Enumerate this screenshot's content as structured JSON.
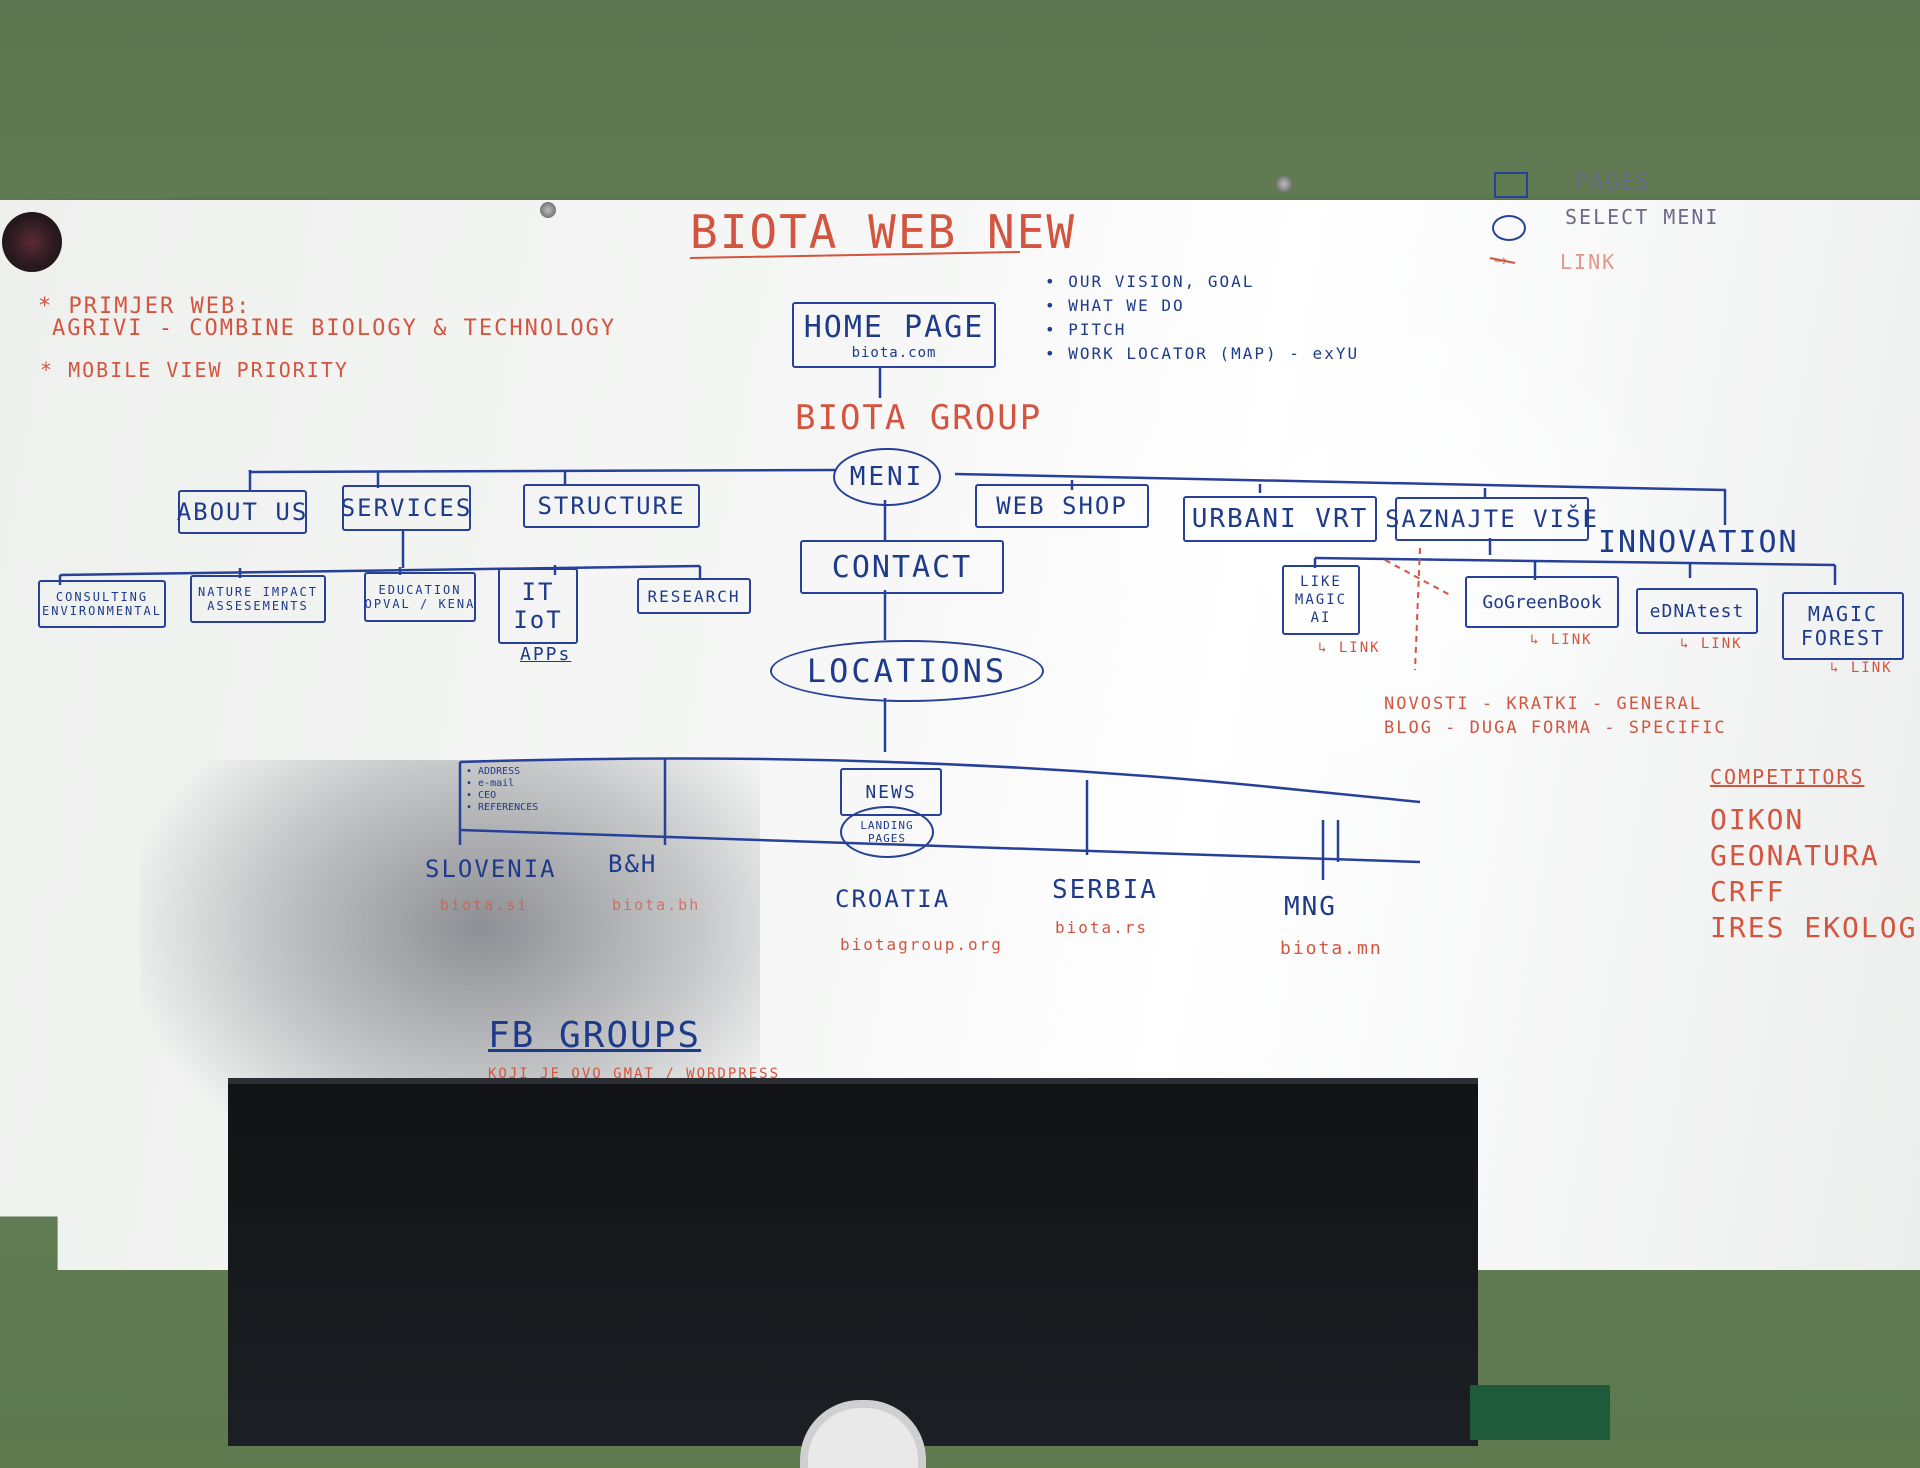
{
  "title": "BIOTA WEB NEW",
  "legend": {
    "pages": "PAGES",
    "select_menu": "SELECT MENI",
    "link": "LINK"
  },
  "notes": {
    "primer_web": "* PRIMJER WEB:",
    "agrivi": "AGRIVI - COMBINE BIOLOGY & TECHNOLOGY",
    "mobile": "* MOBILE VIEW PRIORITY"
  },
  "home": {
    "label": "HOME PAGE",
    "url": "biota.com",
    "group": "BIOTA GROUP"
  },
  "home_notes": [
    "• OUR VISION, GOAL",
    "• WHAT WE DO",
    "• PITCH",
    "• WORK LOCATOR (MAP) - exYU"
  ],
  "menu": {
    "label": "MENI"
  },
  "menu_items": {
    "about": "ABOUT US",
    "services": "SERVICES",
    "structure": "STRUCTURE",
    "webshop": "WEB SHOP",
    "urbani": "URBANI VRT",
    "saznajte": "SAZNAJTE VIŠE",
    "innovation": "INNOVATION"
  },
  "services": {
    "consulting": [
      "CONSULTING",
      "ENVIRONMENTAL"
    ],
    "nature": [
      "NATURE IMPACT",
      "ASSESEMENTS"
    ],
    "education": [
      "EDUCATION",
      "OPVAL / KENA"
    ],
    "it": [
      "IT",
      "IoT"
    ],
    "apps": "APPs",
    "research": "RESEARCH"
  },
  "innovation": {
    "like_magic": [
      "LIKE",
      "MAGIC",
      "AI"
    ],
    "gogreen": "GoGreenBook",
    "ednatest": "eDNAtest",
    "magic_forest": [
      "MAGIC",
      "FOREST"
    ],
    "link": "LINK"
  },
  "saznajte_notes": [
    "NOVOSTI - KRATKI - GENERAL",
    "BLOG - DUGA FORMA - SPECIFIC"
  ],
  "contact": "CONTACT",
  "locations": "LOCATIONS",
  "location_details": [
    "• ADDRESS",
    "• e-mail",
    "• CEO",
    "• REFERENCES"
  ],
  "news": {
    "label": "NEWS",
    "landing": [
      "LANDING",
      "PAGES"
    ]
  },
  "countries": [
    {
      "name": "SLOVENIA",
      "url": "biota.si"
    },
    {
      "name": "B&H",
      "url": "biota.bh"
    },
    {
      "name": "CROATIA",
      "url": "biotagroup.org"
    },
    {
      "name": "SERBIA",
      "url": "biota.rs"
    },
    {
      "name": "MNG",
      "url": "biota.mn"
    }
  ],
  "competitors": {
    "heading": "COMPETITORS",
    "list": [
      "OIKON",
      "GEONATURA",
      "CRFF",
      "IRES EKOLOGIJA"
    ]
  },
  "fb": {
    "heading": "FB GROUPS",
    "note": "KOJI JE OVO GMAT / WORDPRESS"
  }
}
